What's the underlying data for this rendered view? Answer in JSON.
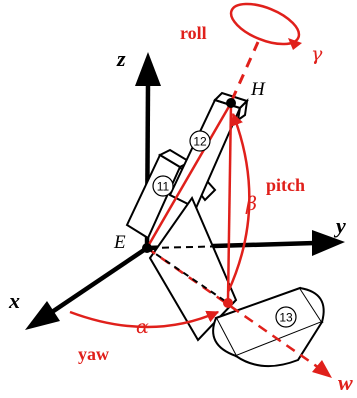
{
  "axes": {
    "x": "x",
    "y": "y",
    "z": "z",
    "w": "w"
  },
  "points": {
    "E": "E",
    "H": "H"
  },
  "motions": {
    "roll": "roll",
    "pitch": "pitch",
    "yaw": "yaw"
  },
  "angles": {
    "alpha": "α",
    "beta": "β",
    "gamma": "γ"
  },
  "segments": [
    "11",
    "12",
    "13"
  ],
  "colors": {
    "accent": "#e0201b",
    "ink": "#000000"
  }
}
